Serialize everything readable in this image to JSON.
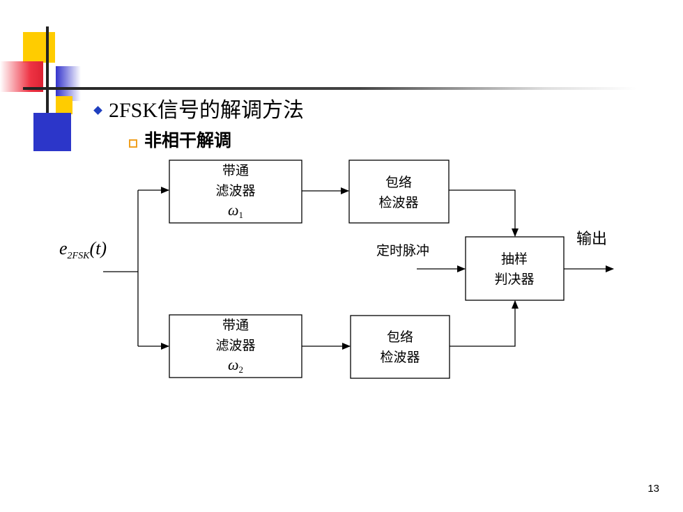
{
  "slide": {
    "title": "2FSK信号的解调方法",
    "subtitle": "非相干解调",
    "page_number": "13"
  },
  "diagram": {
    "input_label_main": "e",
    "input_label_sub": "2FSK",
    "input_label_arg": "(t)",
    "bpf1": {
      "line1": "带通",
      "line2": "滤波器",
      "omega": "ω",
      "omega_sub": "1"
    },
    "bpf2": {
      "line1": "带通",
      "line2": "滤波器",
      "omega": "ω",
      "omega_sub": "2"
    },
    "env1": {
      "line1": "包络",
      "line2": "检波器"
    },
    "env2": {
      "line1": "包络",
      "line2": "检波器"
    },
    "decision": {
      "line1": "抽样",
      "line2": "判决器"
    },
    "clock_label": "定时脉冲",
    "output_label": "输出"
  }
}
